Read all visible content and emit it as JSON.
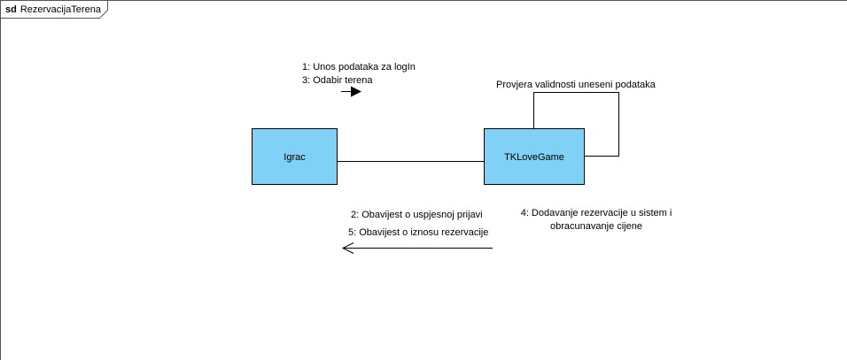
{
  "frame": {
    "keyword": "sd",
    "name": "RezervacijaTerena"
  },
  "objects": [
    {
      "id": "igrac",
      "label": "Igrac"
    },
    {
      "id": "tklovegame",
      "label": "TKLoveGame"
    }
  ],
  "links": {
    "association": {
      "from": "igrac",
      "to": "tklovegame"
    },
    "self_loop": {
      "on": "tklovegame"
    }
  },
  "messages": {
    "forward": {
      "direction": "igrac-to-tklovegame",
      "lines": [
        "1: Unos podataka za logIn",
        "3: Odabir terena"
      ]
    },
    "self": {
      "line": "Provjera validnosti uneseni podataka"
    },
    "self_note": {
      "lines": [
        "4: Dodavanje rezervacije u sistem i",
        "obracunavanje cijene"
      ]
    },
    "return": {
      "direction": "tklovegame-to-igrac",
      "lines": [
        "2: Obavijest o uspjesnoj prijavi",
        "5: Obavijest o iznosu rezervacije"
      ]
    }
  },
  "colors": {
    "object_fill": "#7fd1f5",
    "stroke": "#000000",
    "frame_stroke": "#555555"
  }
}
